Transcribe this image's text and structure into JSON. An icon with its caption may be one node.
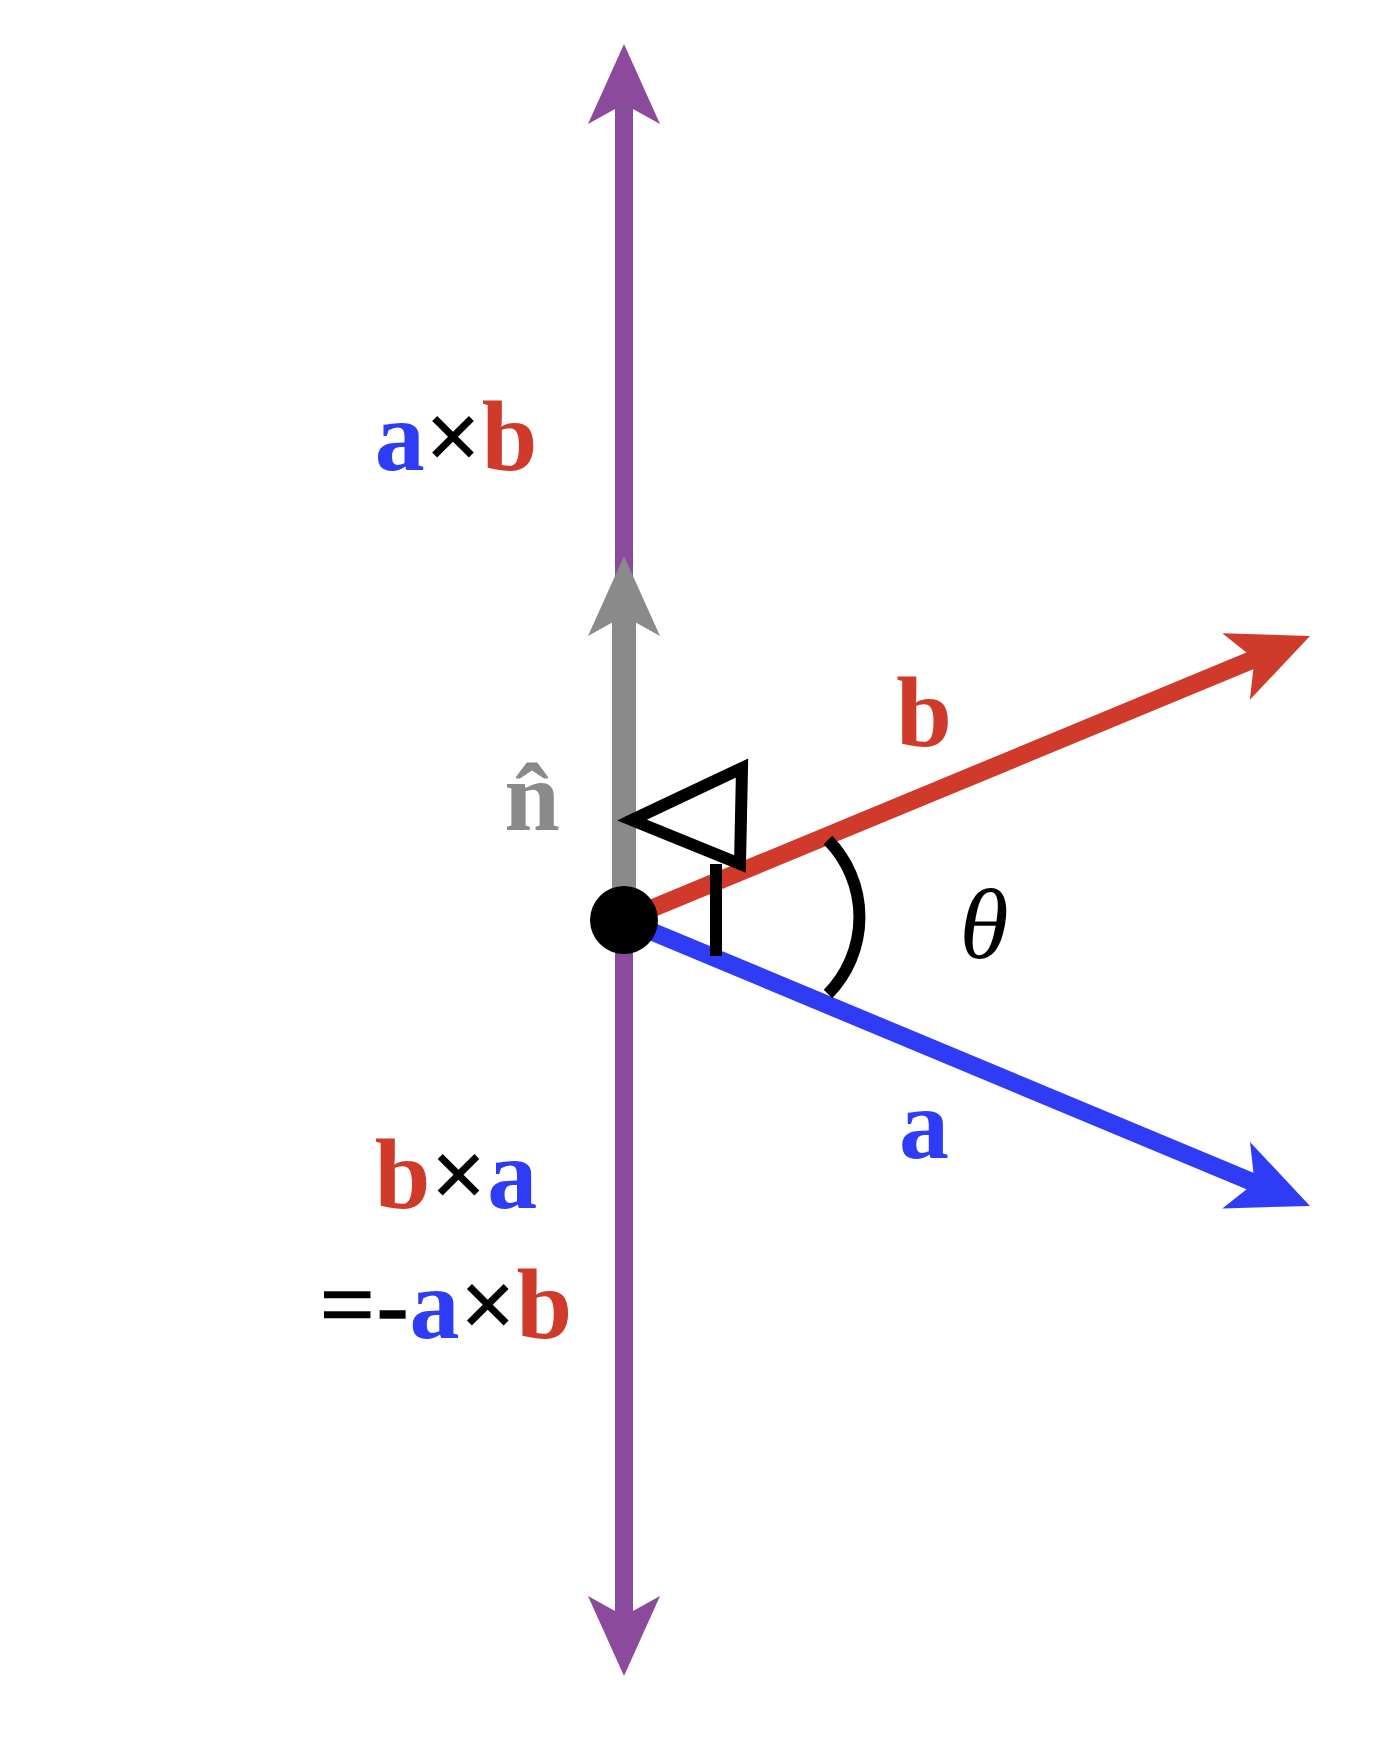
{
  "diagram": {
    "labels": [
      "a×b",
      "n̂",
      "b",
      "θ",
      "a",
      "b×a",
      "=-a×b"
    ]
  }
}
